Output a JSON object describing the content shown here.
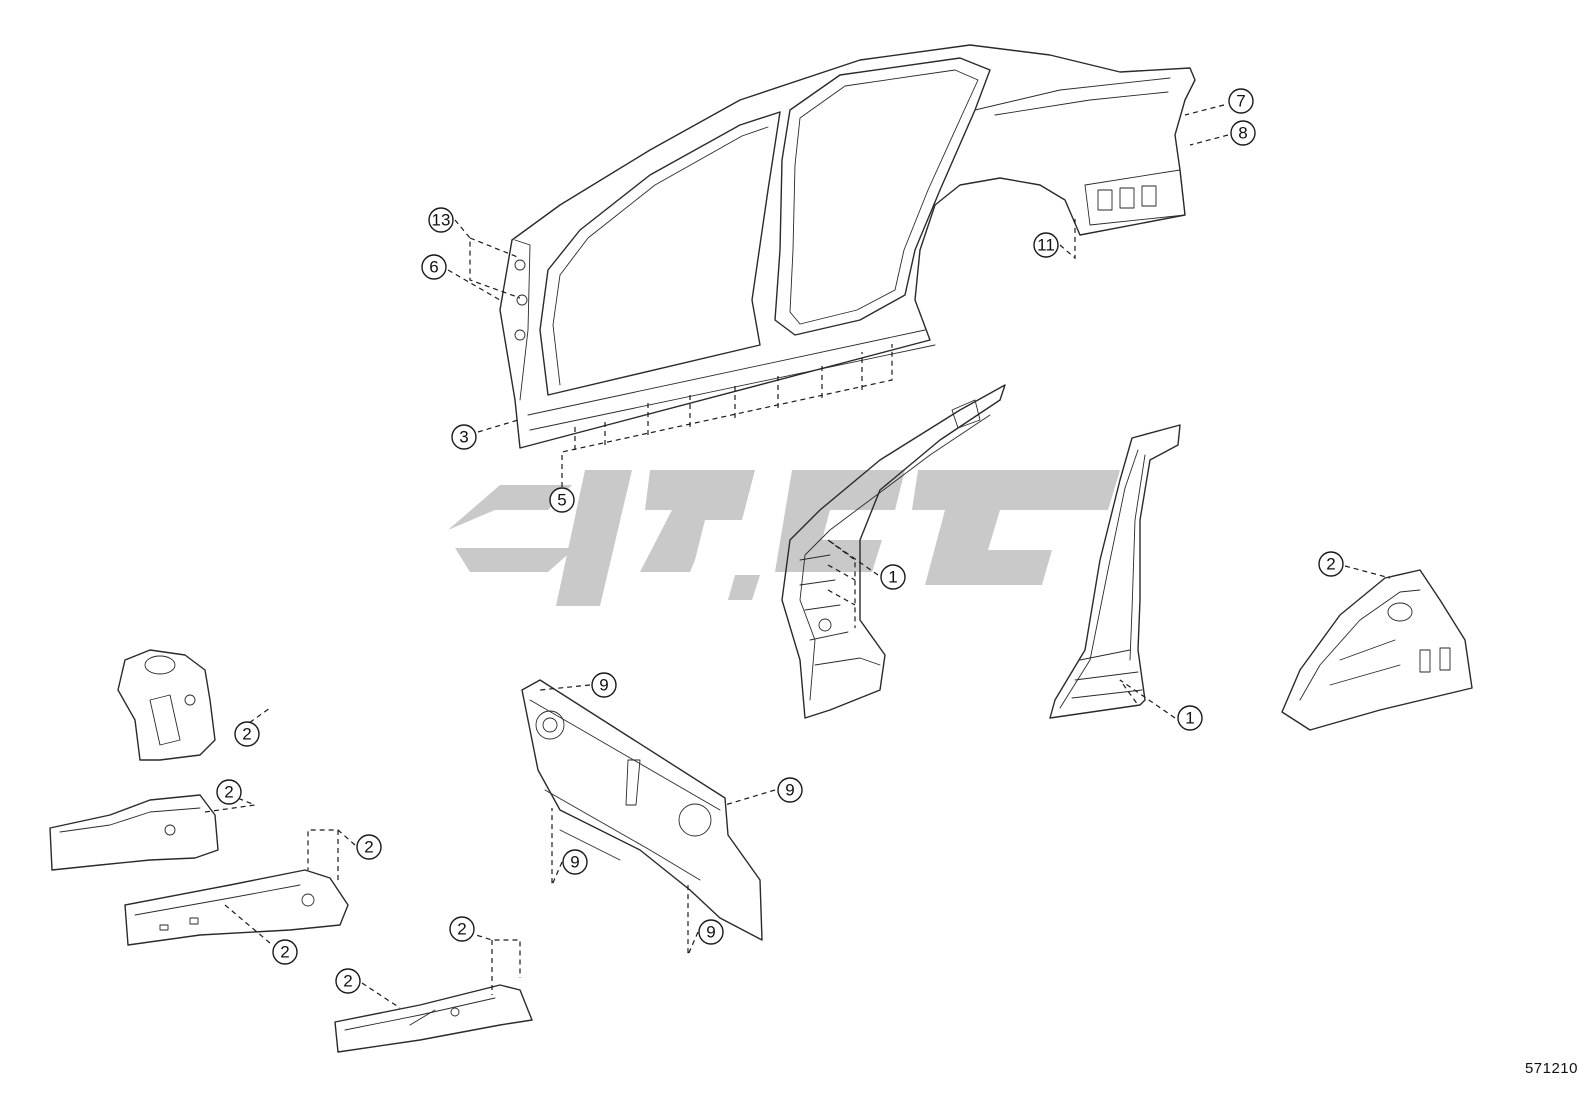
{
  "callouts": {
    "c13": "13",
    "c6": "6",
    "c3": "3",
    "c5": "5",
    "c7": "7",
    "c8": "8",
    "c11": "11",
    "c1a": "1",
    "c1b": "1",
    "c2a": "2",
    "c2b": "2",
    "c2c": "2",
    "c2d": "2",
    "c2e": "2",
    "c2f": "2",
    "c2g": "2",
    "c9a": "9",
    "c9b": "9",
    "c9c": "9",
    "c9d": "9"
  },
  "diagram_id": "571210",
  "watermark_color": "#c9c9c9"
}
